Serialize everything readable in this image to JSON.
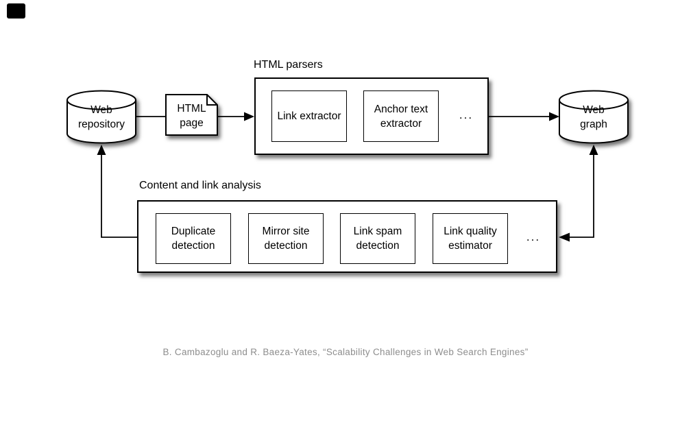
{
  "slide": {
    "corner_mark_color": "#000000",
    "background_color": "#ffffff",
    "citation": "B. Cambazoglu and R. Baeza-Yates, “Scalability Challenges in Web Search Engines”",
    "citation_color": "#8d8d8d"
  },
  "diagram": {
    "stroke_color": "#000000",
    "node_fill_color": "#ffffff",
    "nodes": {
      "web_repository": {
        "line1": "Web",
        "line2": "repository"
      },
      "html_page": {
        "line1": "HTML",
        "line2": "page"
      },
      "web_graph": {
        "line1": "Web",
        "line2": "graph"
      }
    },
    "parsers": {
      "title": "HTML parsers",
      "modules": [
        "Link extractor",
        "Anchor text extractor"
      ],
      "ellipsis": "..."
    },
    "analysis": {
      "title": "Content and link analysis",
      "modules": [
        "Duplicate detection",
        "Mirror site detection",
        "Link spam detection",
        "Link quality estimator"
      ],
      "ellipsis": "..."
    }
  }
}
